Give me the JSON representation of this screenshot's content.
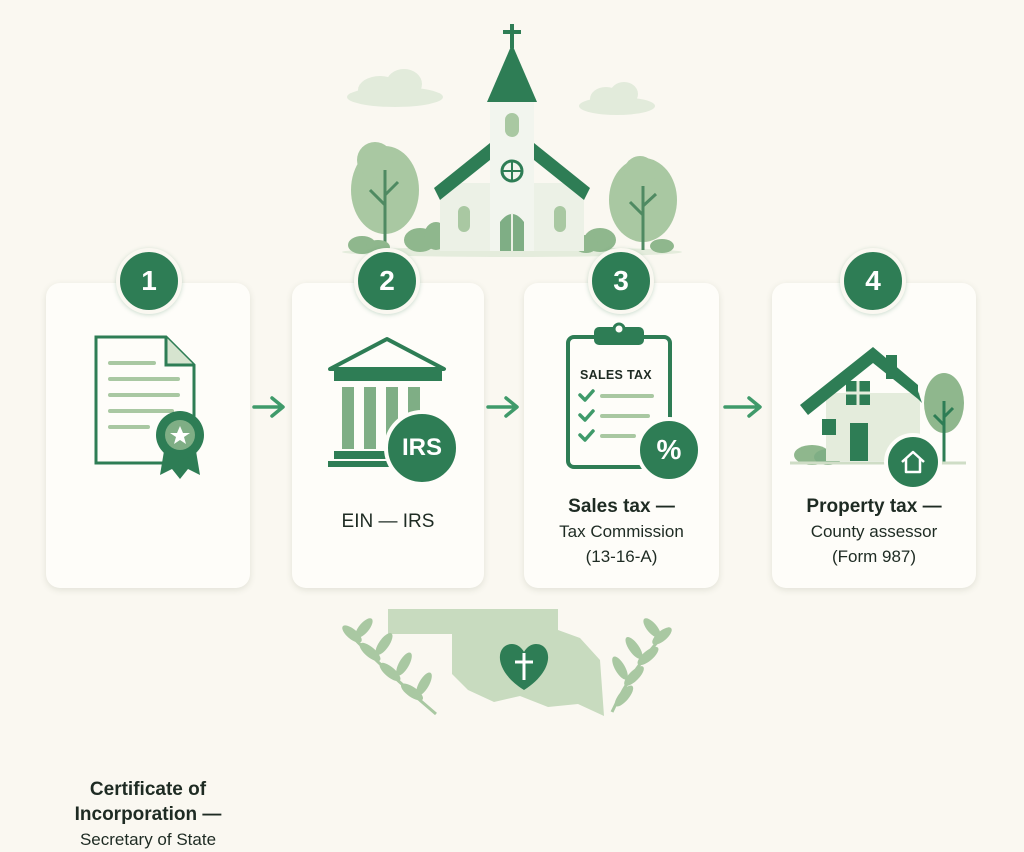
{
  "steps": [
    {
      "number": "1",
      "title_line1": "Certificate of",
      "title_line2": "Incorporation —",
      "sub_line1": "Secretary of State",
      "sub_line2": "",
      "icon": "certificate-icon"
    },
    {
      "number": "2",
      "title_line1": "EIN — IRS",
      "title_line2": "",
      "sub_line1": "",
      "sub_line2": "",
      "icon": "bank-building-icon",
      "icon_label": "IRS"
    },
    {
      "number": "3",
      "title_line1": "Sales tax —",
      "title_line2": "",
      "sub_line1": "Tax Commission",
      "sub_line2": "(13-16-A)",
      "icon": "clipboard-icon",
      "icon_label": "SALES TAX",
      "icon_symbol": "%"
    },
    {
      "number": "4",
      "title_line1": "Property tax —",
      "title_line2": "",
      "sub_line1": "County assessor",
      "sub_line2": "(Form 987)",
      "icon": "house-icon"
    }
  ],
  "colors": {
    "primary": "#2e7d55",
    "light": "#a9c8a2",
    "pale": "#d6e4cf",
    "background": "#faf8f1"
  }
}
